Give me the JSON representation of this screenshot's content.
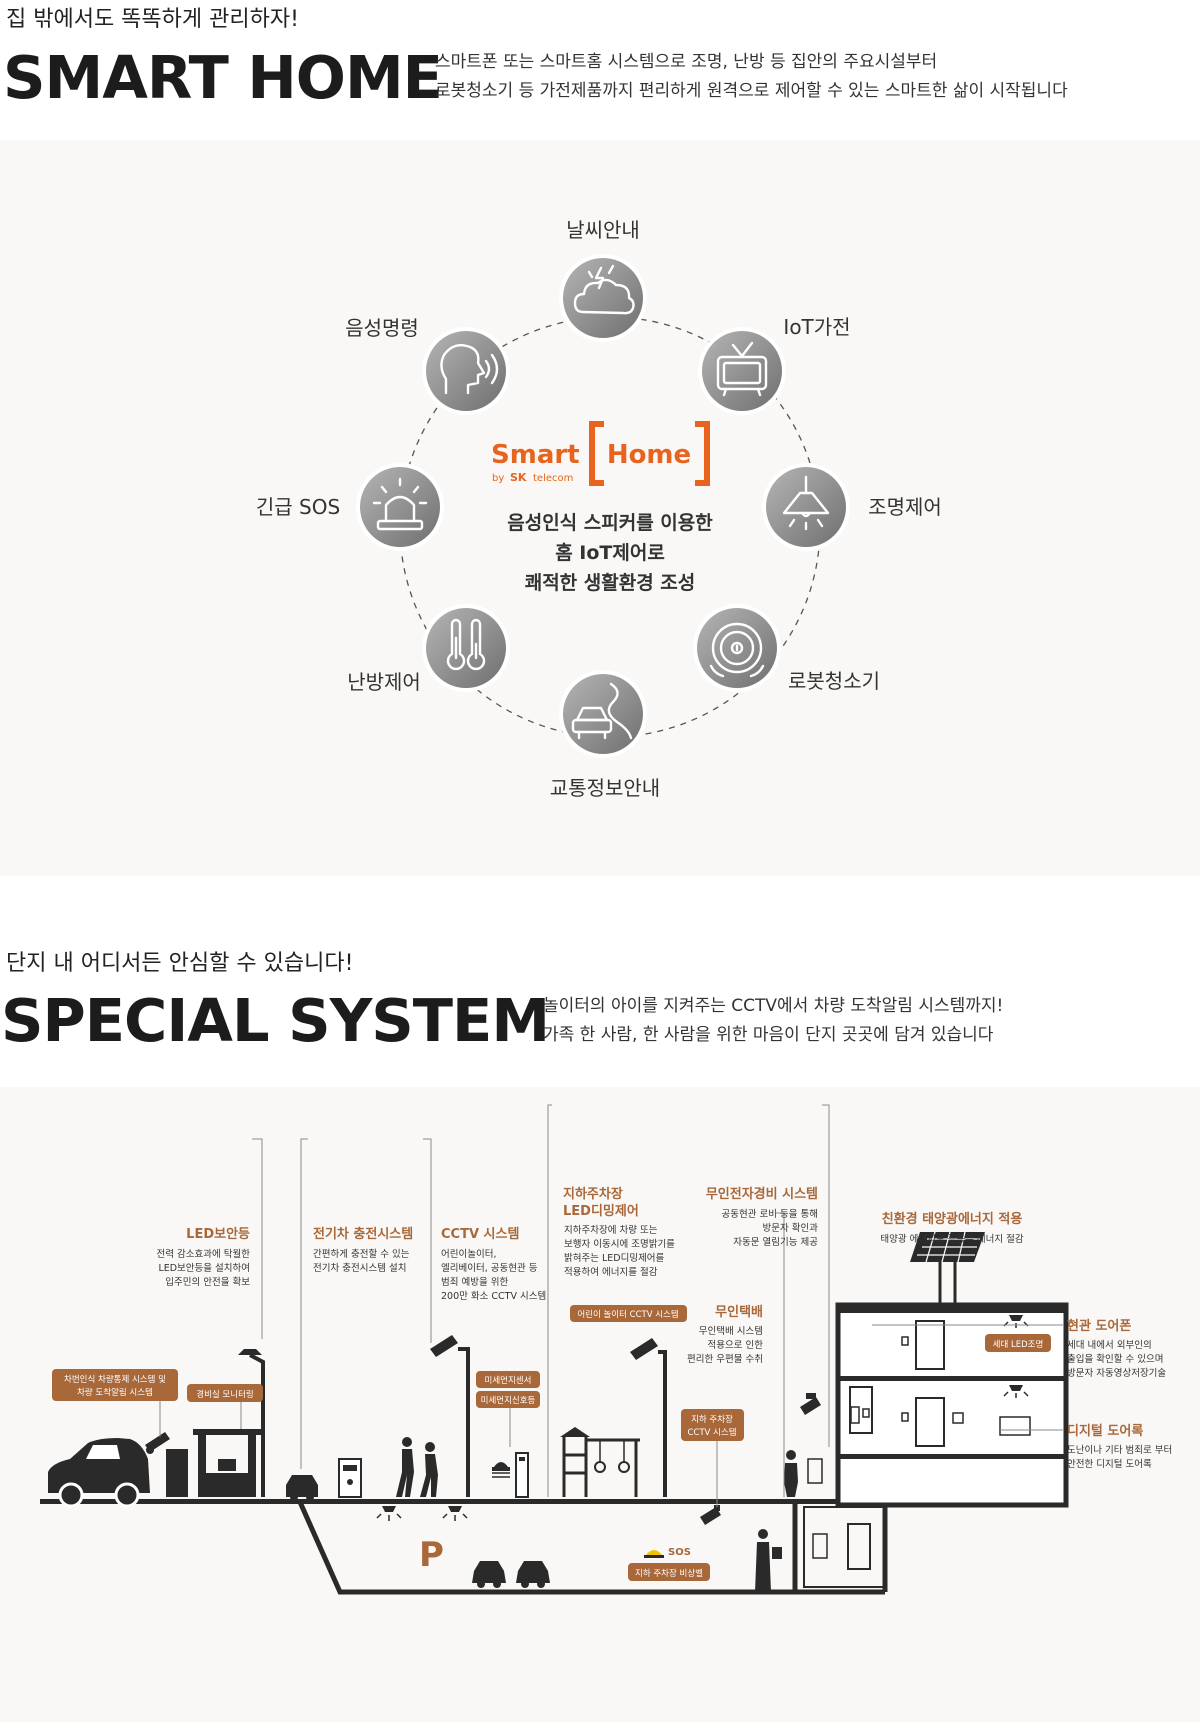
{
  "smart_home": {
    "kicker": "집 밖에서도 똑똑하게 관리하자!",
    "title": "SMART HOME",
    "desc_line1": "스마트폰 또는 스마트홈 시스템으로 조명, 난방 등 집안의 주요시설부터",
    "desc_line2": "로봇청소기 등 가전제품까지 편리하게 원격으로 제어할 수 있는 스마트한 삶이 시작됩니다",
    "logo_smart": "Smart",
    "logo_home": "Home",
    "logo_by": "by",
    "logo_sk": "SK",
    "logo_telecom": "telecom",
    "center_line1": "음성인식 스피커를 이용한",
    "center_line2": "홈 IoT제어로",
    "center_line3": "쾌적한 생활환경 조성",
    "features": [
      {
        "label": "날씨안내",
        "icon": "cloud-lightning-icon"
      },
      {
        "label": "IoT가전",
        "icon": "tv-icon"
      },
      {
        "label": "조명제어",
        "icon": "pendant-lamp-icon"
      },
      {
        "label": "로봇청소기",
        "icon": "robot-vacuum-icon"
      },
      {
        "label": "교통정보안내",
        "icon": "car-road-icon"
      },
      {
        "label": "난방제어",
        "icon": "thermometer-icon"
      },
      {
        "label": "긴급 SOS",
        "icon": "siren-icon"
      },
      {
        "label": "음성명령",
        "icon": "voice-head-icon"
      }
    ],
    "accent_color": "#e8641e",
    "circle_color": "#8a8a8a"
  },
  "special_system": {
    "kicker": "단지 내 어디서든 안심할 수 있습니다!",
    "title": "SPECIAL SYSTEM",
    "desc_line1": "놀이터의 아이를 지켜주는 CCTV에서 차량 도착알림 시스템까지!",
    "desc_line2": "가족 한 사람, 한 사람을 위한 마음이 단지 곳곳에 담겨 있습니다",
    "accent_color": "#a9683a",
    "annotations": {
      "led_security": {
        "title": "LED보안등",
        "lines": [
          "전력 감소효과에 탁월한",
          "LED보안등을 설치하여",
          "입주민의 안전을 확보"
        ]
      },
      "ev_charging": {
        "title": "전기차 충전시스템",
        "lines": [
          "간편하게 충전할 수 있는",
          "전기차 충전시스템 설치"
        ]
      },
      "cctv": {
        "title": "CCTV 시스템",
        "lines": [
          "어린이놀이터,",
          "엘리베이터, 공동현관 등",
          "범죄 예방을 위한",
          "200만 화소 CCTV 시스템"
        ]
      },
      "underground_led": {
        "title1": "지하주차장",
        "title2": "LED디밍제어",
        "lines": [
          "지하주차장에 차량 또는",
          "보행자 이동시에 조명밝기를",
          "밝혀주는 LED디밍제어를",
          "적용하여 에너지를 절감"
        ]
      },
      "unmanned_security": {
        "title": "무인전자경비 시스템",
        "lines": [
          "공동현관 로비 등을 통해",
          "방문자 확인과",
          "자동문 열림기능 제공"
        ]
      },
      "solar": {
        "title": "친환경 태양광에너지 적용",
        "lines": [
          "태양광 에너지로 공용부 에너지 절감"
        ]
      },
      "unmanned_delivery": {
        "title": "무인택배",
        "lines": [
          "무인택배 시스템",
          "적용으로 인한",
          "편리한 우편물 수취"
        ]
      },
      "entrance_door": {
        "title": "현관 도어폰",
        "lines": [
          "세대 내에서 외부인의",
          "출입을 확인할 수 있으며",
          "방문자 자동영상저장기술"
        ]
      },
      "digital_lock": {
        "title": "디지털 도어록",
        "lines": [
          "도난이나 기타 범죄로 부터",
          "안전한 디지털 도어록"
        ]
      }
    },
    "tags": {
      "plate_recognition_1": "차번인식 차량통제 시스템 및",
      "plate_recognition_2": "차량 도착알림 시스템",
      "guard_monitoring": "경비실 모니터링",
      "fine_dust_sensor": "미세먼지센서",
      "fine_dust_light": "미세먼지신호등",
      "playground_cctv": "어린이 놀이터 CCTV 시스템",
      "parking_cctv_1": "지하 주차장",
      "parking_cctv_2": "CCTV 시스템",
      "household_led": "세대 LED조명",
      "parking_emergency": "지하 주차장 비상벨"
    },
    "parking_sign": "P",
    "sos_label": "SOS"
  }
}
